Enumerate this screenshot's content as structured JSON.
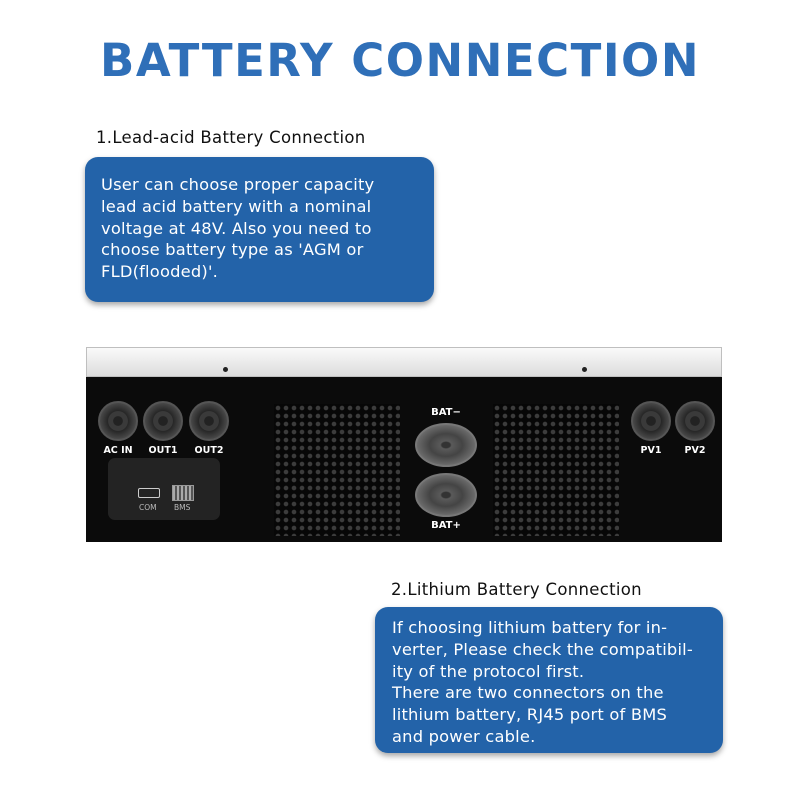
{
  "title": "BATTERY CONNECTION",
  "section1": {
    "heading": "1.Lead-acid Battery Connection",
    "lines": [
      "User can choose proper capacity",
      "lead acid battery with a nominal",
      "voltage at 48V. Also you need to",
      "choose battery type as 'AGM or",
      "FLD(flooded)'."
    ]
  },
  "section2": {
    "heading": "2.Lithium Battery Connection",
    "lines": [
      "If choosing lithium battery for in-",
      "verter, Please check the compatibil-",
      "ity of the protocol first.",
      "There are two connectors on the",
      "lithium battery, RJ45 port of BMS",
      "and power cable."
    ]
  },
  "device": {
    "ports": [
      "AC IN",
      "OUT1",
      "OUT2",
      "PV1",
      "PV2"
    ],
    "battery_labels": [
      "BAT−",
      "BAT+"
    ],
    "comm_ports": [
      "COM",
      "BMS"
    ]
  },
  "colors": {
    "accent": "#2f6fb8",
    "bubble": "#2363a9"
  }
}
